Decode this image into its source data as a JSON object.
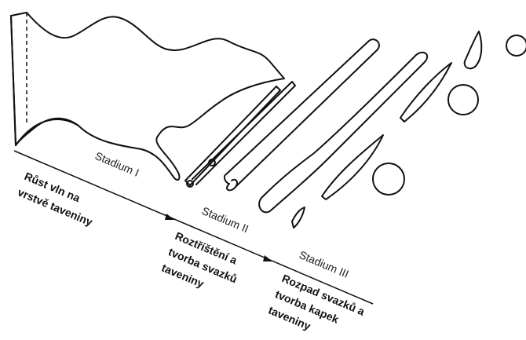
{
  "diagram": {
    "stages": [
      {
        "label": "Stadium I",
        "description_lines": [
          "Růst vln na",
          "vrstvě taveniny"
        ]
      },
      {
        "label": "Stadium II",
        "description_lines": [
          "Roztříštění a",
          "tvorba svazků",
          "taveniny"
        ]
      },
      {
        "label": "Stadium III",
        "description_lines": [
          "Rozpad svazků a",
          "tvorba kapek",
          "taveniny"
        ]
      }
    ],
    "colors": {
      "line": "#111111",
      "background": "#ffffff"
    }
  }
}
